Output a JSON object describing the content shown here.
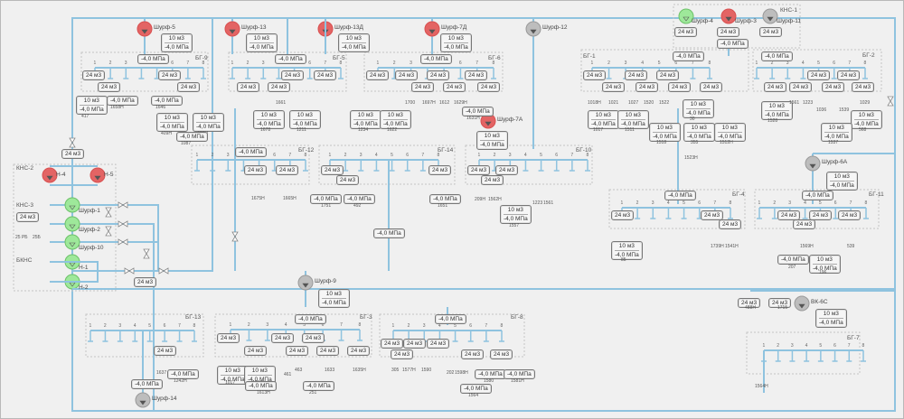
{
  "colors": {
    "pipe": "#8fc3df",
    "pump_active": "#e36464",
    "pump_standby": "#9ee89a",
    "pump_off": "#bdbdbd"
  },
  "stations": [
    {
      "id": "kns1",
      "label": "КНС-1"
    },
    {
      "id": "kns2",
      "label": "КНС-2"
    },
    {
      "id": "kns3",
      "label": "КНС-3"
    },
    {
      "id": "bkns",
      "label": "БКНС"
    }
  ],
  "pumps": [
    {
      "id": "shurf5",
      "label": "Шурф-5",
      "state": "active"
    },
    {
      "id": "shurf13",
      "label": "Шурф-13",
      "state": "active"
    },
    {
      "id": "shurf13d",
      "label": "Шурф-13Д",
      "state": "active"
    },
    {
      "id": "shurf7d",
      "label": "Шурф-7Д",
      "state": "active"
    },
    {
      "id": "shurf12",
      "label": "Шурф-12",
      "state": "off"
    },
    {
      "id": "shurf4",
      "label": "Шурф-4",
      "state": "standby"
    },
    {
      "id": "shurf3",
      "label": "Шурф-3",
      "state": "active"
    },
    {
      "id": "shurf11",
      "label": "Шурф-11",
      "state": "off"
    },
    {
      "id": "shurf7a",
      "label": "Шурф-7А",
      "state": "active"
    },
    {
      "id": "shurf6a",
      "label": "Шурф-6А",
      "state": "off"
    },
    {
      "id": "shurf9",
      "label": "Шурф-9",
      "state": "off"
    },
    {
      "id": "shurf14",
      "label": "Шурф-14",
      "state": "off"
    },
    {
      "id": "vk6c",
      "label": "ВК-6С",
      "state": "off"
    },
    {
      "id": "n4",
      "label": "Н-4",
      "state": "active"
    },
    {
      "id": "n5",
      "label": "Н-5",
      "state": "active"
    },
    {
      "id": "shurf1",
      "label": "Шурф-1",
      "state": "standby"
    },
    {
      "id": "shurf2",
      "label": "Шурф-2",
      "state": "standby"
    },
    {
      "id": "shurf10",
      "label": "Шурф-10",
      "state": "standby"
    },
    {
      "id": "n1",
      "label": "Н-1",
      "state": "standby"
    },
    {
      "id": "n2",
      "label": "Н-2",
      "state": "standby"
    }
  ],
  "groups": [
    {
      "id": "bg9",
      "label": "БГ-9"
    },
    {
      "id": "bg5",
      "label": "БГ-5"
    },
    {
      "id": "bg6",
      "label": "БГ-6"
    },
    {
      "id": "bg1",
      "label": "БГ-1"
    },
    {
      "id": "bg2",
      "label": "БГ-2"
    },
    {
      "id": "bg12",
      "label": "БГ-12"
    },
    {
      "id": "bg14",
      "label": "БГ-14"
    },
    {
      "id": "bg10",
      "label": "БГ-10"
    },
    {
      "id": "bg4",
      "label": "БГ-4"
    },
    {
      "id": "bg11",
      "label": "БГ-11"
    },
    {
      "id": "bg13",
      "label": "БГ-13"
    },
    {
      "id": "bg3",
      "label": "БГ-3"
    },
    {
      "id": "bg8",
      "label": "БГ-8"
    },
    {
      "id": "bg7",
      "label": "БГ-7"
    }
  ],
  "units": {
    "vol10": "10 м3",
    "vol24": "24 м3",
    "pressure": "-4,0 МПа"
  },
  "well_numbers": [
    "1",
    "2",
    "3",
    "4",
    "5",
    "6",
    "7",
    "8"
  ],
  "wells": {
    "bg9": [
      "417",
      "1658Н",
      "1646",
      "409Н",
      "402Н",
      "1087"
    ],
    "bg5": [
      "1661",
      "1678",
      "1211"
    ],
    "bg6": [
      "1234",
      "1622",
      "1700",
      "1697Н",
      "1612",
      "1629Н",
      "1631Н"
    ],
    "bg1": [
      "1018Н",
      "1021",
      "1027",
      "1520",
      "1522",
      "1017",
      "1511",
      "30",
      "1518",
      "355",
      "1512Н",
      "1523Н"
    ],
    "bg2": [
      "1528",
      "1561",
      "1223",
      "1036",
      "1539",
      "1029",
      "568",
      "1537"
    ],
    "bg12": [
      "1675Н",
      "1665Н"
    ],
    "bg14": [
      "1751",
      "492",
      "1651"
    ],
    "bg10": [
      "209Н",
      "1562Н",
      "1223",
      "1561",
      "1557"
    ],
    "bg4": [
      "85",
      "1739Н",
      "1541Н"
    ],
    "bg11": [
      "1569Н",
      "539",
      "207",
      "196"
    ],
    "bg13": [
      "1637",
      "1242Н"
    ],
    "bg3": [
      "1017",
      "1615Н",
      "461",
      "463",
      "1633",
      "1635Н",
      "1613Н",
      "251"
    ],
    "bg8": [
      "305",
      "1577Н",
      "1590",
      "202",
      "1598Н",
      "1580",
      "1581Н",
      "1564"
    ],
    "bg7": [
      "1564Н"
    ],
    "kns3": [
      "25 РБ",
      "25Б"
    ],
    "vk6c": [
      "488Н",
      "1715"
    ]
  }
}
